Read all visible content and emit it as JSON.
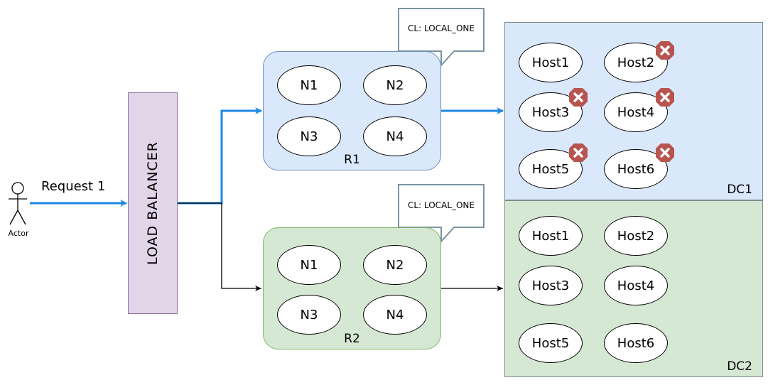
{
  "actor": {
    "label": "Actor"
  },
  "request": {
    "label": "Request 1"
  },
  "load_balancer": {
    "label": "LOAD BALANCER"
  },
  "rings": [
    {
      "label": "R1",
      "nodes": [
        "N1",
        "N2",
        "N3",
        "N4"
      ],
      "consistency_callout": "CL: LOCAL_ONE"
    },
    {
      "label": "R2",
      "nodes": [
        "N1",
        "N2",
        "N3",
        "N4"
      ],
      "consistency_callout": "CL: LOCAL_ONE"
    }
  ],
  "datacenters": [
    {
      "label": "DC1",
      "hosts": [
        {
          "name": "Host1",
          "failed": false
        },
        {
          "name": "Host2",
          "failed": true
        },
        {
          "name": "Host3",
          "failed": true
        },
        {
          "name": "Host4",
          "failed": true
        },
        {
          "name": "Host5",
          "failed": true
        },
        {
          "name": "Host6",
          "failed": true
        }
      ]
    },
    {
      "label": "DC2",
      "hosts": [
        {
          "name": "Host1",
          "failed": false
        },
        {
          "name": "Host2",
          "failed": false
        },
        {
          "name": "Host3",
          "failed": false
        },
        {
          "name": "Host4",
          "failed": false
        },
        {
          "name": "Host5",
          "failed": false
        },
        {
          "name": "Host6",
          "failed": false
        }
      ]
    }
  ],
  "colors": {
    "active_path": "#1e88e5",
    "inactive_path": "#000000",
    "dc1_fill": "#dae8fc",
    "dc2_fill": "#d5e8d4",
    "load_balancer_fill": "#e1d5e7",
    "failure_badge": "#b85450"
  }
}
